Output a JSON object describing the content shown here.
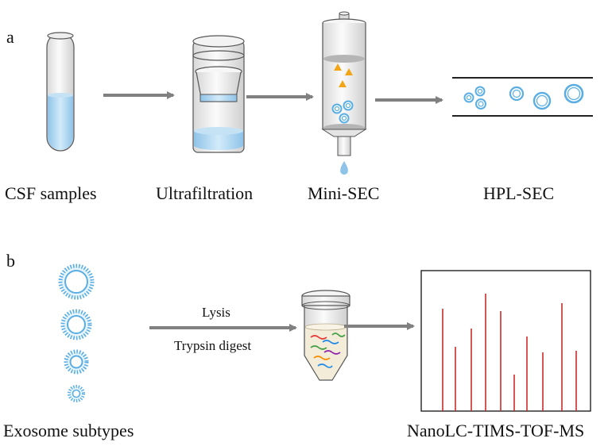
{
  "panels": {
    "a": {
      "letter": "a",
      "steps": [
        "CSF samples",
        "Ultrafiltration",
        "Mini-SEC",
        "HPL-SEC"
      ]
    },
    "b": {
      "letter": "b",
      "left_label": "Exosome subtypes",
      "arrow_top": "Lysis",
      "arrow_bottom": "Trypsin digest",
      "right_label": "NanoLC-TIMS-TOF-MS"
    }
  },
  "colors": {
    "liquid": "#a9d3ee",
    "vesicle": "#5aaee3",
    "arrow": "#808080",
    "triangle": "#f2a516",
    "peak": "#cc2a2a",
    "tube_body": "#f2ecd9"
  }
}
